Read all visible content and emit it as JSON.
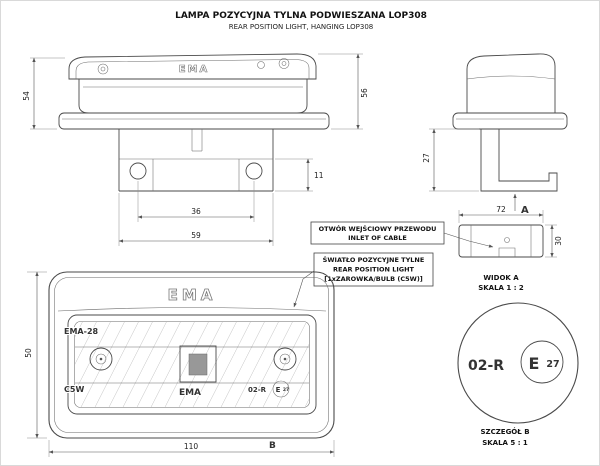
{
  "colors": {
    "line": "#4a4a4a",
    "dim_text": "#222222",
    "lens_hatch": "#c2c2c2"
  },
  "title": {
    "line1": "LAMPA POZYCYJNA TYLNA PODWIESZANA LOP308",
    "line2": "REAR POSITION LIGHT, HANGING LOP308"
  },
  "front_elevation": {
    "brand": "EMA",
    "dim_height_left": "54",
    "dim_height_right": "56",
    "dim_bracket": "11",
    "dim_hole_spacing": "36",
    "dim_bracket_width": "59"
  },
  "side_view": {
    "dim_depth": "27",
    "direction_label": "A"
  },
  "cable_note": {
    "line1": "OTWÓR WEJŚCIOWY PRZEWODU",
    "line2": "INLET OF CABLE"
  },
  "view_a": {
    "dim_width": "72",
    "dim_depth": "30",
    "caption_line1": "WIDOK A",
    "caption_line2": "SKALA 1 : 2"
  },
  "light_note": {
    "line1": "ŚWIATŁO POZYCYJNE TYLNE",
    "line2": "REAR POSITION LIGHT",
    "line3": "[1xZAROWKA/BULB (C5W)]"
  },
  "front_view": {
    "brand_top": "EMA",
    "model": "EMA-28",
    "bulb": "C5W",
    "brand_center": "EMA",
    "approval": "02-R",
    "e_mark": "E",
    "e_number": "27",
    "dim_height": "50",
    "dim_width": "110",
    "detail_label": "B"
  },
  "detail_b": {
    "approval": "02-R",
    "e_mark": "E",
    "e_number": "27",
    "caption_line1": "SZCZEGÓŁ B",
    "caption_line2": "SKALA 5 : 1"
  }
}
